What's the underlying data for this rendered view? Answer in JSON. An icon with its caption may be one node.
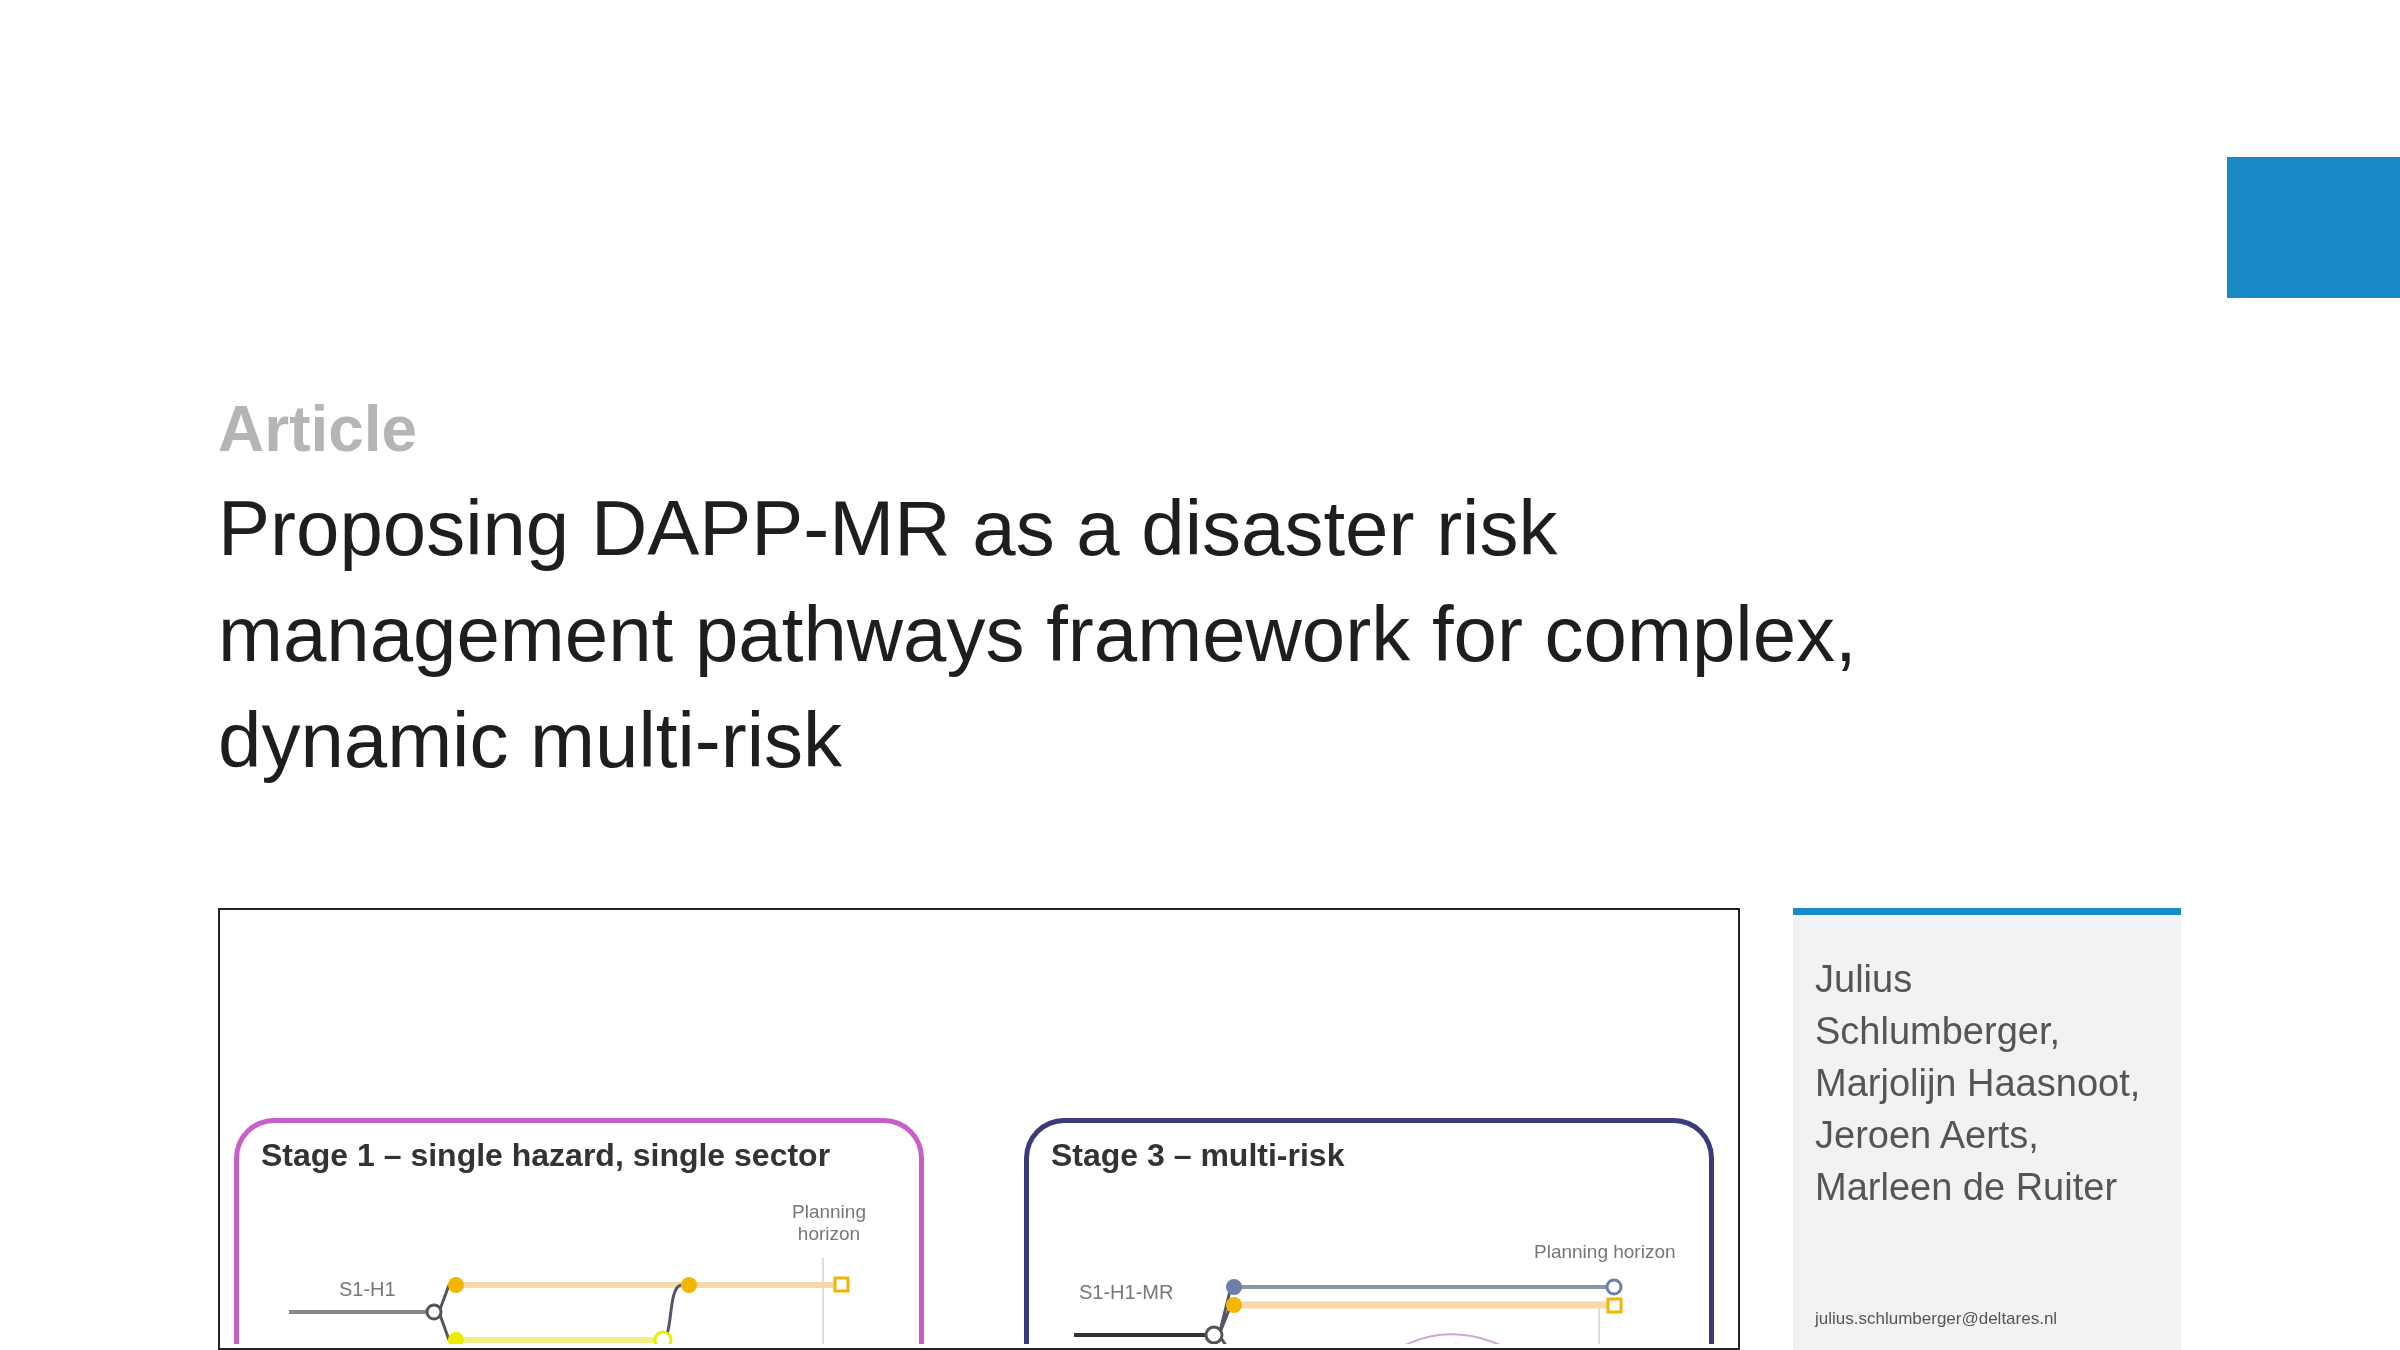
{
  "diagram": {
    "title": "Proposing DAPP-MR as a disaster risk management pathways framework for complex, dynamic multi-risk",
    "nodes": [
      {
        "text": [],
        "shape": "box"
      },
      {
        "text": [
          "Stage 1 – single hazard, single sector"
        ],
        "in": 0
      },
      {
        "text": [
          "Stage 3 – multi-risk"
        ],
        "in": 0
      },
      {
        "text": [
          "Julius Schlumberger, Marjolijn Haasnoot, Jeroen Aerts, Marleen de Ruiter",
          "julius.schlumberger@deltares.nl"
        ]
      }
    ],
    "edges": [],
    "labels": [
      "Article",
      "S1-H1",
      "Planning horizon",
      "S1-H1-MR",
      "Planning horizon"
    ]
  }
}
